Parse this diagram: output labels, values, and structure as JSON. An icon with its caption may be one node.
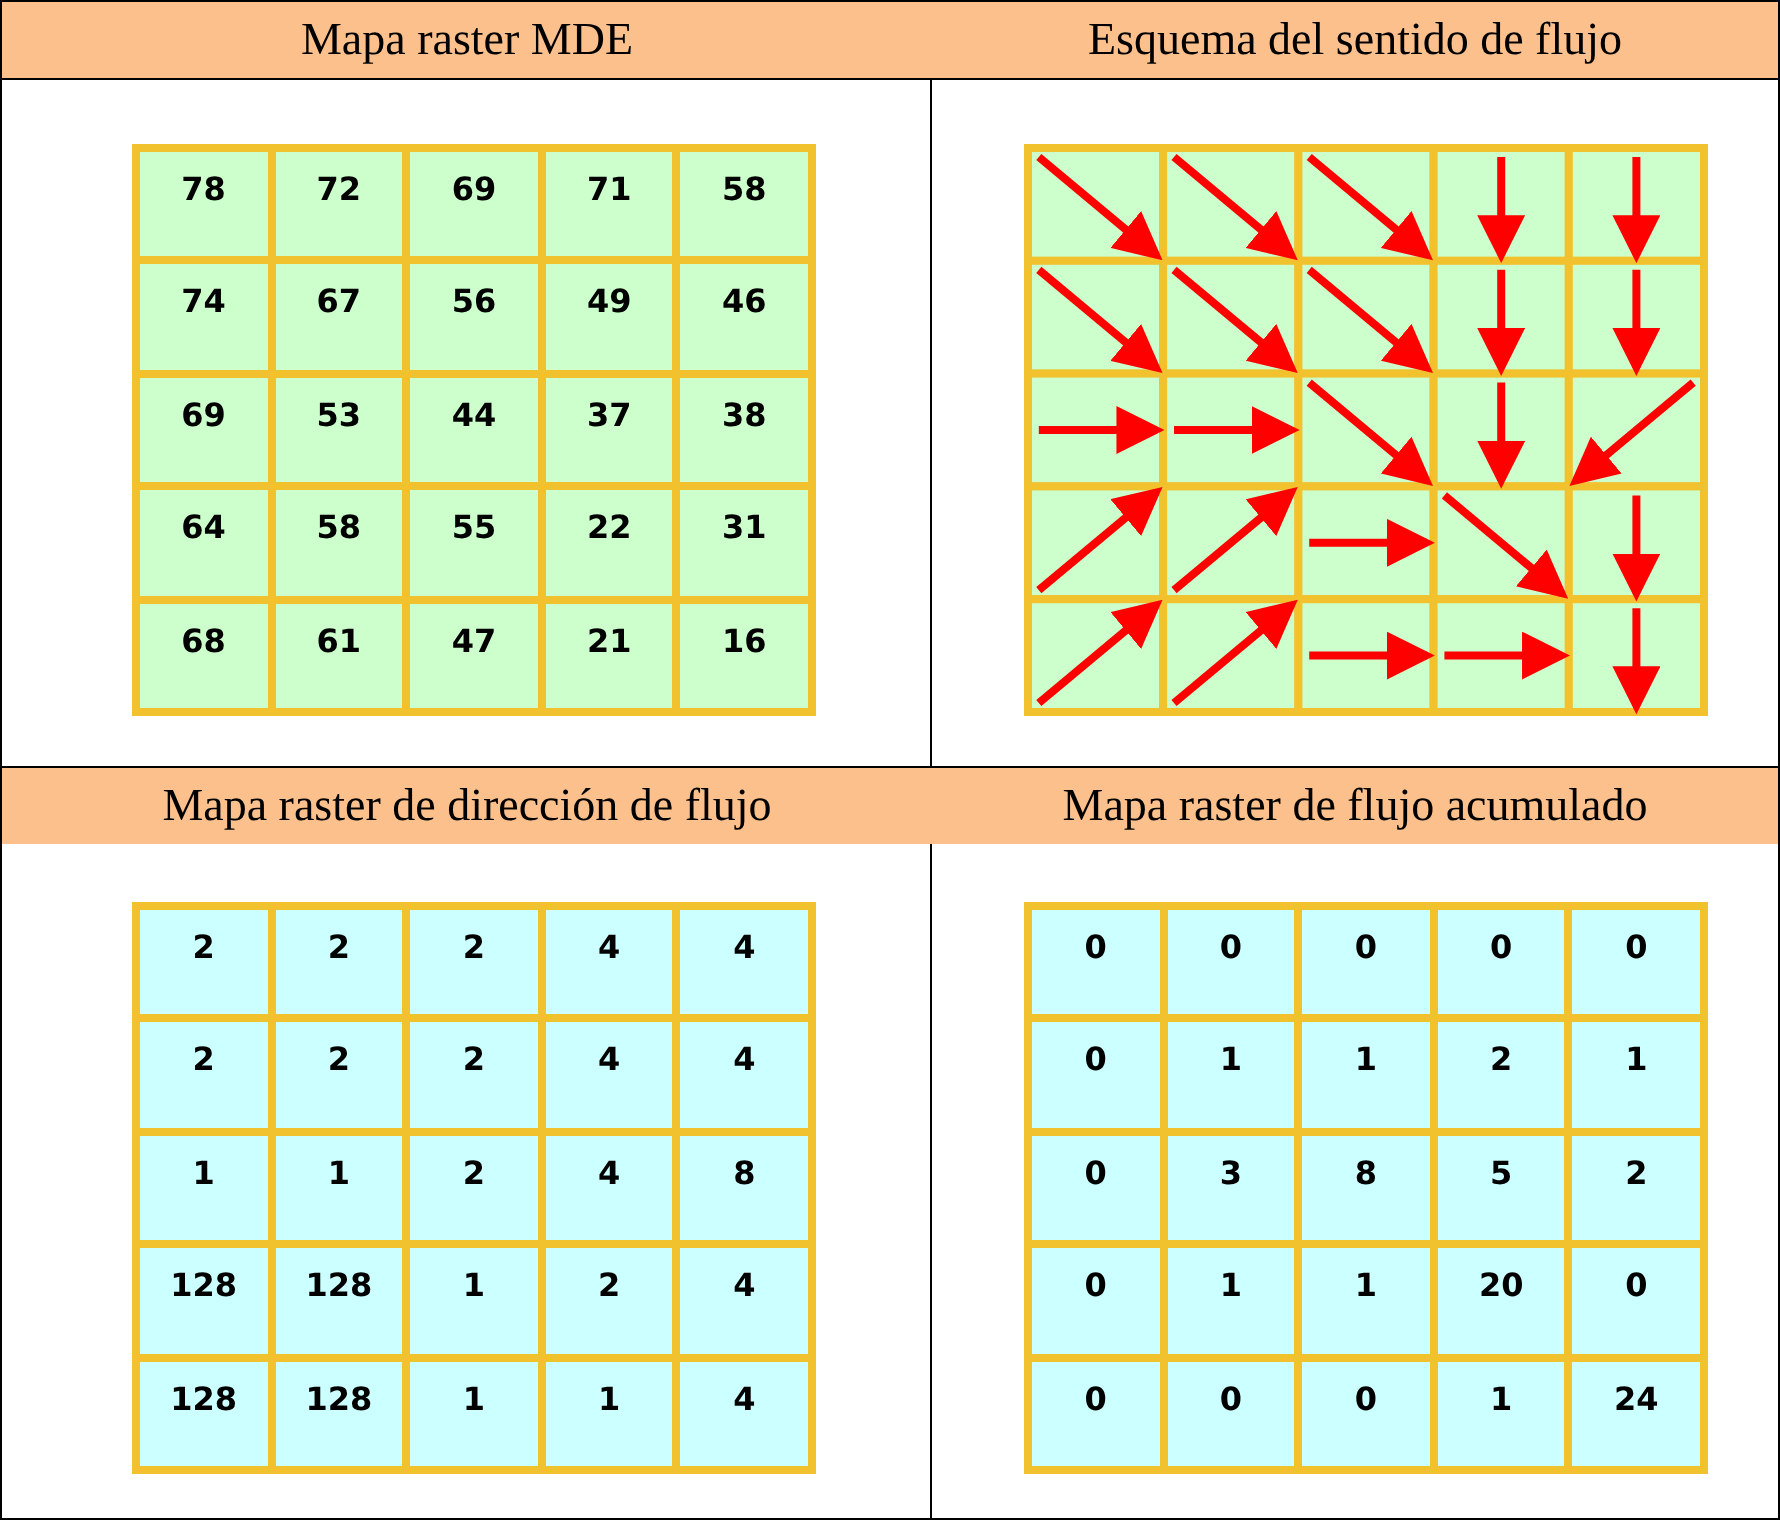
{
  "diagram": {
    "labels": [
      "Mapa raster MDE",
      "Esquema del sentido de flujo",
      "78",
      "72",
      "69",
      "71",
      "58",
      "74",
      "67",
      "56",
      "49",
      "46",
      "69",
      "53",
      "44",
      "37",
      "38",
      "64",
      "58",
      "55",
      "22",
      "31",
      "68",
      "61",
      "47",
      "21",
      "16",
      "Mapa raster de dirección de flujo",
      "Mapa raster de flujo acumulado",
      "2",
      "2",
      "2",
      "4",
      "4",
      "2",
      "2",
      "2",
      "4",
      "4",
      "1",
      "1",
      "2",
      "4",
      "8",
      "128",
      "128",
      "1",
      "2",
      "4",
      "128",
      "128",
      "1",
      "1",
      "4",
      "0",
      "0",
      "0",
      "0",
      "0",
      "0",
      "1",
      "1",
      "2",
      "1",
      "0",
      "3",
      "8",
      "5",
      "2",
      "0",
      "1",
      "1",
      "20",
      "0",
      "0",
      "0",
      "0",
      "1",
      "24"
    ]
  }
}
